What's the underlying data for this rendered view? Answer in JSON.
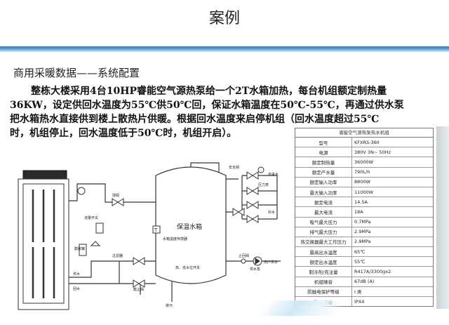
{
  "slide": {
    "title": "案例",
    "subheader": "商用采暖数据——系统配置",
    "paragraph_lines": [
      "整栋大楼采用4台10HP睿能空气源热泵给一个2T水箱加热，每台机组额定制热量",
      "36KW，设定供回水温度为55℃供50℃回，保证水箱温度在50℃-55℃，再通过供水泵",
      "把水箱热水直接供到楼上散热片供暖。根据回水温度来启停机组（回水温度超过55℃",
      "时，机组停止，回水温度低于50℃时，机组开启）。"
    ]
  },
  "diagram": {
    "tank_label": "保温水箱",
    "sensor_label": "水箱温度传感器",
    "level_label": "高、低水位开关",
    "outlet_label": "用户供水",
    "supply_label": "供水",
    "return_label": "回水",
    "valve_label": "球阀",
    "ball_valve_label": "截止阀",
    "drain_label": "排污",
    "filter_label": "过滤器",
    "pump_label": "供水泵",
    "check_valve_label": "止回阀",
    "relief_label": "安全阀",
    "pressure_label": "压力表",
    "make_up_label": "自来水",
    "make_up_label2": "补水",
    "flow_label": "流量开关",
    "expansion_label": "膨胀罐"
  },
  "spec_table": {
    "title": "睿能空气源热泵热水机组",
    "rows": [
      {
        "k": "型号",
        "v": "KFXRS-36II"
      },
      {
        "k": "电源",
        "v": "380V 3N~ 50Hz"
      },
      {
        "k": "额定制热量",
        "v": "36000W"
      },
      {
        "k": "额定产水量",
        "v": "790L/h"
      },
      {
        "k": "额定输入功率",
        "v": "8800W"
      },
      {
        "k": "最大输入功率",
        "v": "11000W"
      },
      {
        "k": "额定电流",
        "v": "14.5A"
      },
      {
        "k": "最大电流",
        "v": "18A"
      },
      {
        "k": "吸气最大压力",
        "v": "0.7MPa"
      },
      {
        "k": "排气最大压力",
        "v": "2.9MPa"
      },
      {
        "k": "热交换器最大工作压力",
        "v": "2.9MPa"
      },
      {
        "k": "最高出水温度",
        "v": "65℃"
      },
      {
        "k": "额定出水温度",
        "v": "55℃"
      },
      {
        "k": "制冷剂/充注量",
        "v": "R417A/3300gx2"
      },
      {
        "k": "机组噪音",
        "v": "67dB (A)"
      },
      {
        "k": "防触电保护等级",
        "v": "I 类"
      },
      {
        "k": "防水等级",
        "v": "IPX4"
      }
    ]
  }
}
